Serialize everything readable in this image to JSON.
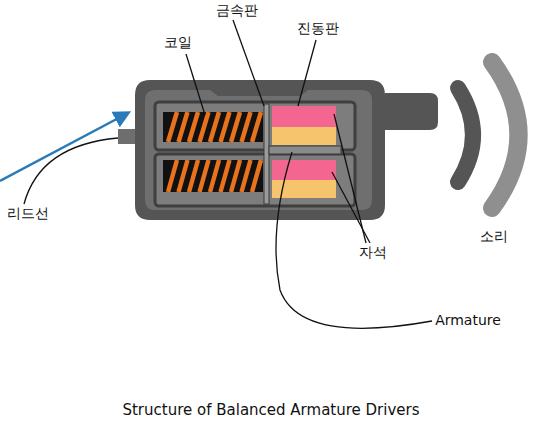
{
  "diagram": {
    "caption": "Structure of Balanced Armature Drivers",
    "labels": [
      "금속판",
      "코일",
      "진동판",
      "리드선",
      "자석",
      "소리",
      "Armature"
    ]
  }
}
